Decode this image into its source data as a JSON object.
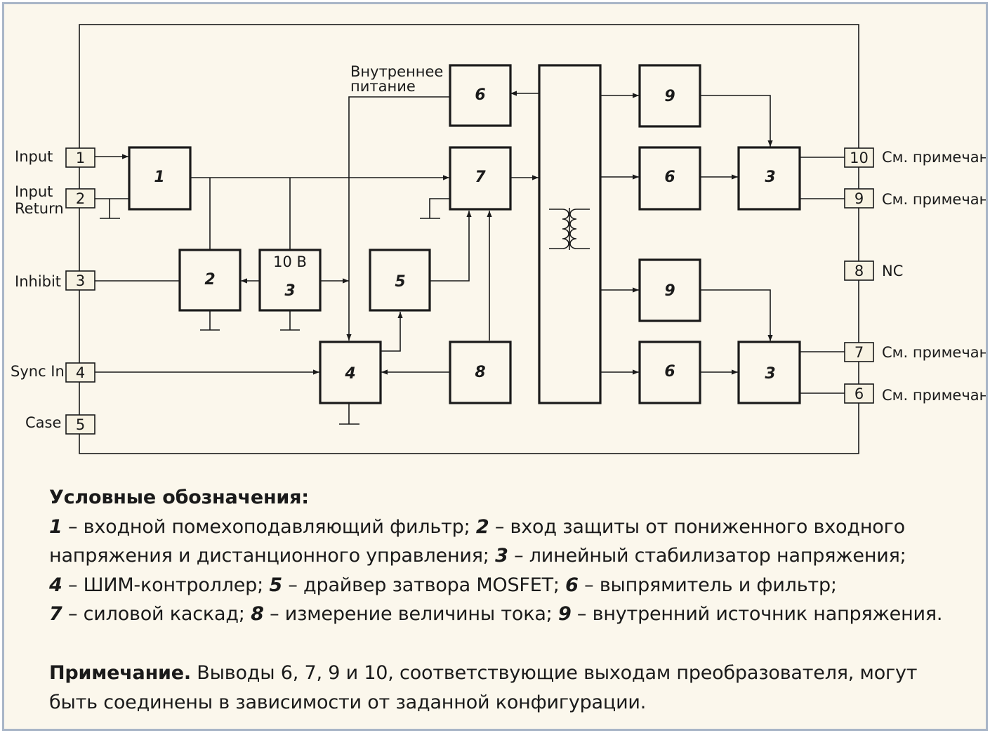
{
  "diagram": {
    "left_pins": [
      {
        "num": "1",
        "label": "Input"
      },
      {
        "num": "2",
        "label_line1": "Input",
        "label_line2": "Return"
      },
      {
        "num": "3",
        "label": "Inhibit"
      },
      {
        "num": "4",
        "label": "Sync In"
      },
      {
        "num": "5",
        "label": "Case"
      }
    ],
    "right_pins": [
      {
        "num": "10",
        "label": "См. примечание"
      },
      {
        "num": "9",
        "label": "См. примечание"
      },
      {
        "num": "8",
        "label": "NC"
      },
      {
        "num": "7",
        "label": "См. примечание"
      },
      {
        "num": "6",
        "label": "См. примечание"
      }
    ],
    "blocks": {
      "b1": "1",
      "b2": "2",
      "b3": "3",
      "b3_voltage": "10 В",
      "b4": "4",
      "b5": "5",
      "b6_top": "6",
      "b7": "7",
      "b8": "8",
      "b9_top": "9",
      "b6_mid": "6",
      "b3_out_top": "3",
      "b9_low": "9",
      "b6_low": "6",
      "b3_out_low": "3"
    },
    "internal_supply_line1": "Внутреннее",
    "internal_supply_line2": "питание",
    "transformer_icon": "transformer-icon"
  },
  "legend": {
    "title": "Условные обозначения:",
    "items": [
      {
        "num": "1",
        "text": " – входной помехоподавляющий фильтр; "
      },
      {
        "num": "2",
        "text": " – вход защиты от пониженного входного напряжения и дистанционного управления; "
      },
      {
        "num": "3",
        "text": " – линейный стабилизатор напряжения; "
      },
      {
        "num": "4",
        "text": " – ШИМ-контроллер; "
      },
      {
        "num": "5",
        "text": " – драйвер затвора MOSFET; "
      },
      {
        "num": "6",
        "text": " – выпрямитель и фильтр; "
      },
      {
        "num": "7",
        "text": " – силовой каскад; "
      },
      {
        "num": "8",
        "text": " – измерение величины тока; "
      },
      {
        "num": "9",
        "text": " – внутренний источник напряжения."
      }
    ]
  },
  "note": {
    "title": "Примечание.",
    "text": " Выводы 6, 7, 9 и 10, соответствующие выходам преобразователя, могут быть соединены в зависимости от заданной конфигурации."
  }
}
